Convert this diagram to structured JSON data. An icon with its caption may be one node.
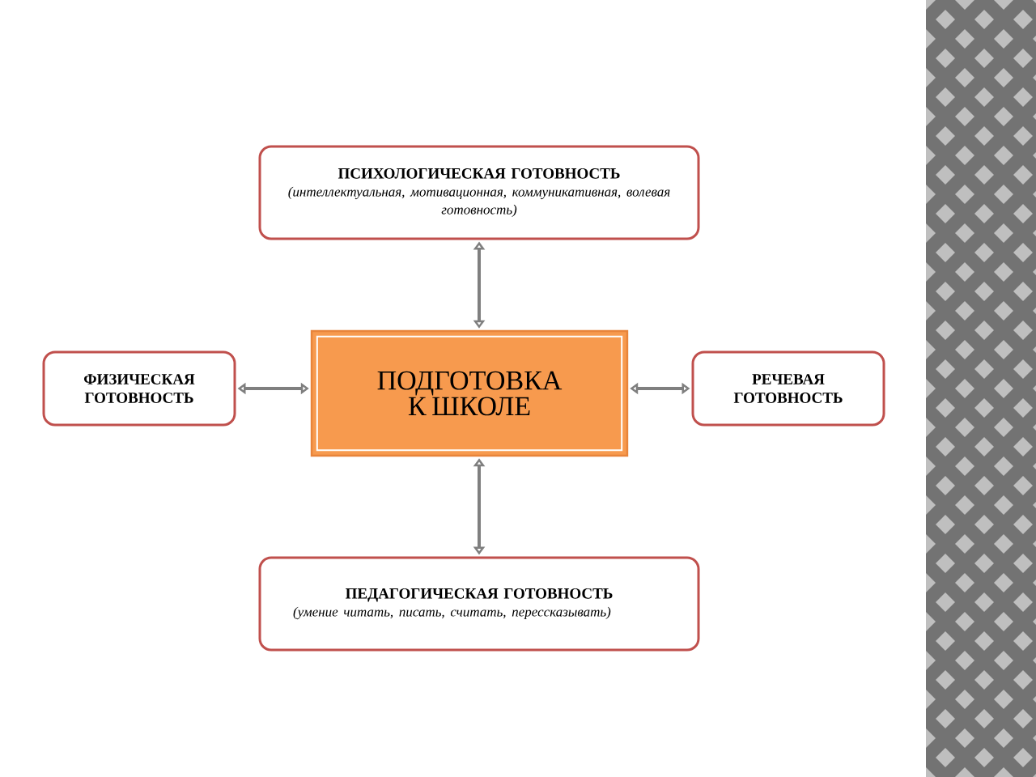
{
  "diagram": {
    "nodes": [
      {
        "text": [
          "ПОДГОТОВКА К ШКОЛЕ"
        ]
      },
      {
        "text": [
          "ПСИХОЛОГИЧЕСКАЯ ГОТОВНОСТЬ",
          "(интеллектуальная, мотивационная, коммуникативная, волевая готовность)"
        ]
      },
      {
        "text": [
          "ФИЗИЧЕСКАЯ ГОТОВНОСТЬ"
        ]
      },
      {
        "text": [
          "РЕЧЕВАЯ ГОТОВНОСТЬ"
        ]
      },
      {
        "text": [
          "ПЕДАГОГИЧЕСКАЯ ГОТОВНОСТЬ",
          "(умение читать, писать, считать, пересcказывать)"
        ]
      }
    ],
    "edges": [
      {
        "from": 0,
        "to": 1,
        "arrow": "both"
      },
      {
        "from": 0,
        "to": 2,
        "arrow": "both"
      },
      {
        "from": 0,
        "to": 3,
        "arrow": "both"
      },
      {
        "from": 0,
        "to": 4,
        "arrow": "both"
      }
    ]
  }
}
